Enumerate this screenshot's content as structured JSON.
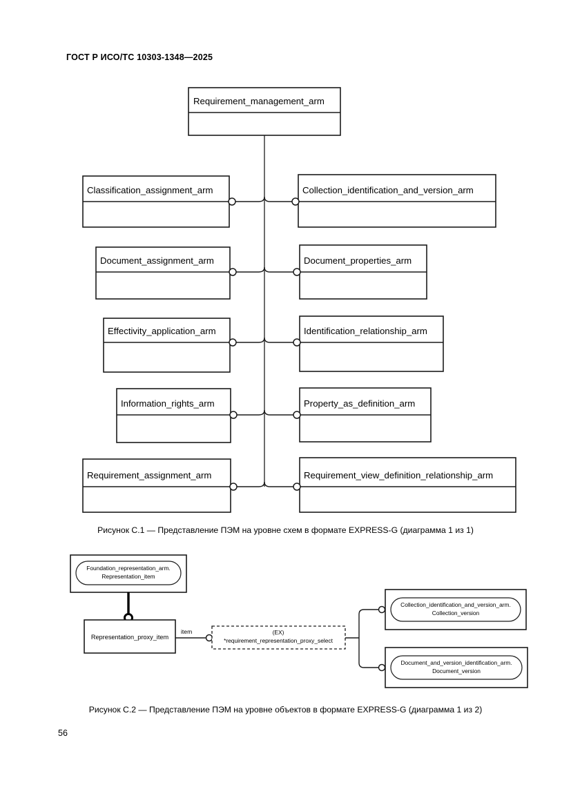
{
  "document": {
    "header": "ГОСТ Р ИСО/ТС 10303-1348—2025",
    "page_number": "56"
  },
  "figure_c1": {
    "caption": "Рисунок С.1 — Представление ПЭМ на уровне схем в формате EXPRESS-G (диаграмма 1 из 1)",
    "root": "Requirement_management_arm",
    "left_column": [
      "Classification_assignment_arm",
      "Document_assignment_arm",
      "Effectivity_application_arm",
      "Information_rights_arm",
      "Requirement_assignment_arm"
    ],
    "right_column": [
      "Collection_identification_and_version_arm",
      "Document_properties_arm",
      "Identification_relationship_arm",
      "Property_as_definition_arm",
      "Requirement_view_definition_relationship_arm"
    ]
  },
  "figure_c2": {
    "caption": "Рисунок С.2 — Представление ПЭМ на уровне объектов в формате EXPRESS-G (диаграмма 1 из 2)",
    "nodes": {
      "foundation": {
        "line1": "Foundation_representation_arm.",
        "line2": "Representation_item"
      },
      "proxy_item": "Representation_proxy_item",
      "select": {
        "line1": "(EX)",
        "line2": "*requirement_representation_proxy_select"
      },
      "collection": {
        "line1": "Collection_identification_and_version_arm.",
        "line2": "Collection_version"
      },
      "document": {
        "line1": "Document_and_version_identification_arm.",
        "line2": "Document_version"
      }
    },
    "relations": {
      "item": "item"
    }
  }
}
